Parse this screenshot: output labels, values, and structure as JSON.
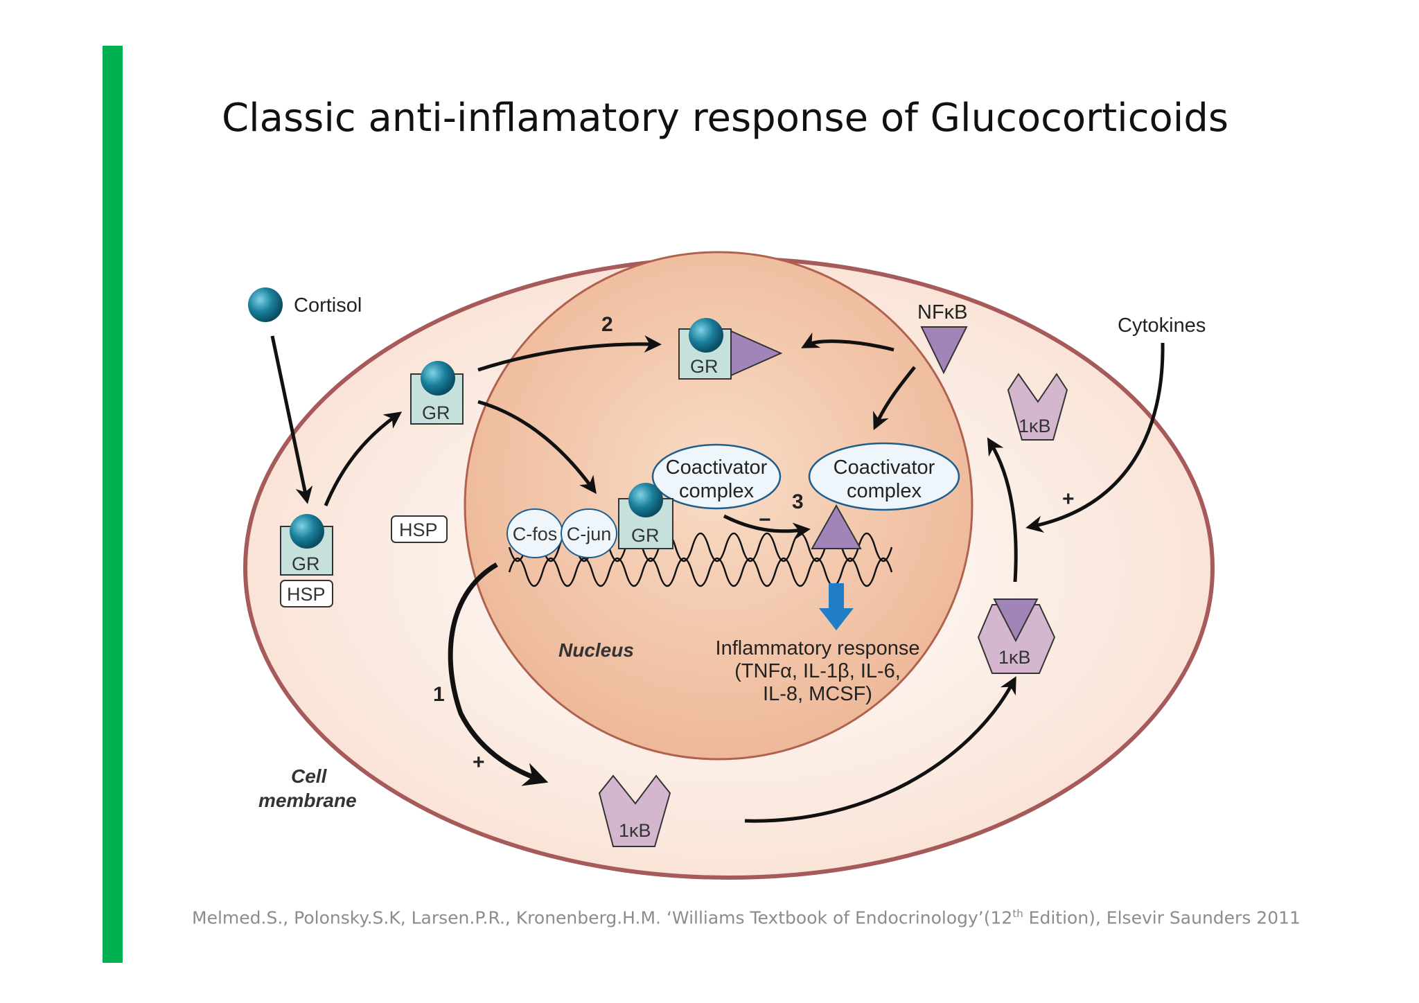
{
  "slide": {
    "title": "Classic anti-inflamatory response of Glucocorticoids",
    "citation_main": "Melmed.S., Polonsky.S.K, Larsen.P.R., Kronenberg.H.M. ‘Williams Textbook of  Endocrinology’(12",
    "citation_sup": "th",
    "citation_tail": " Edition), Elsevir Saunders 2011",
    "accent_color": "#00b050"
  },
  "diagram": {
    "cortisol_label": "Cortisol",
    "cytokines_label": "Cytokines",
    "nfkb_label": "NFκB",
    "gr_label": "GR",
    "hsp_label": "HSP",
    "ikb_label": "1κB",
    "cfos_label": "C-fos",
    "cjun_label": "C-jun",
    "coactivator_line1": "Coactivator",
    "coactivator_line2": "complex",
    "nucleus_label": "Nucleus",
    "membrane_line1": "Cell",
    "membrane_line2": "membrane",
    "inflammatory_line1": "Inflammatory response",
    "inflammatory_line2": "(TNFα, IL-1β, IL-6,",
    "inflammatory_line3": "IL-8, MCSF)",
    "step_1": "1",
    "step_2": "2",
    "step_3": "3",
    "plus_sign": "+",
    "minus_sign": "−",
    "colors": {
      "cell_fill": "#fdf1e8",
      "cell_border": "#a65a5a",
      "nucleus_fill": "#f3c8ab",
      "cortisol": "#1a7f9c",
      "gr_box": "#c6e0dc",
      "nfkb": "#a184b8",
      "ikb": "#d4b7cf",
      "coactivator": "#eef6fb",
      "response_arrow": "#1f7ec6"
    }
  }
}
